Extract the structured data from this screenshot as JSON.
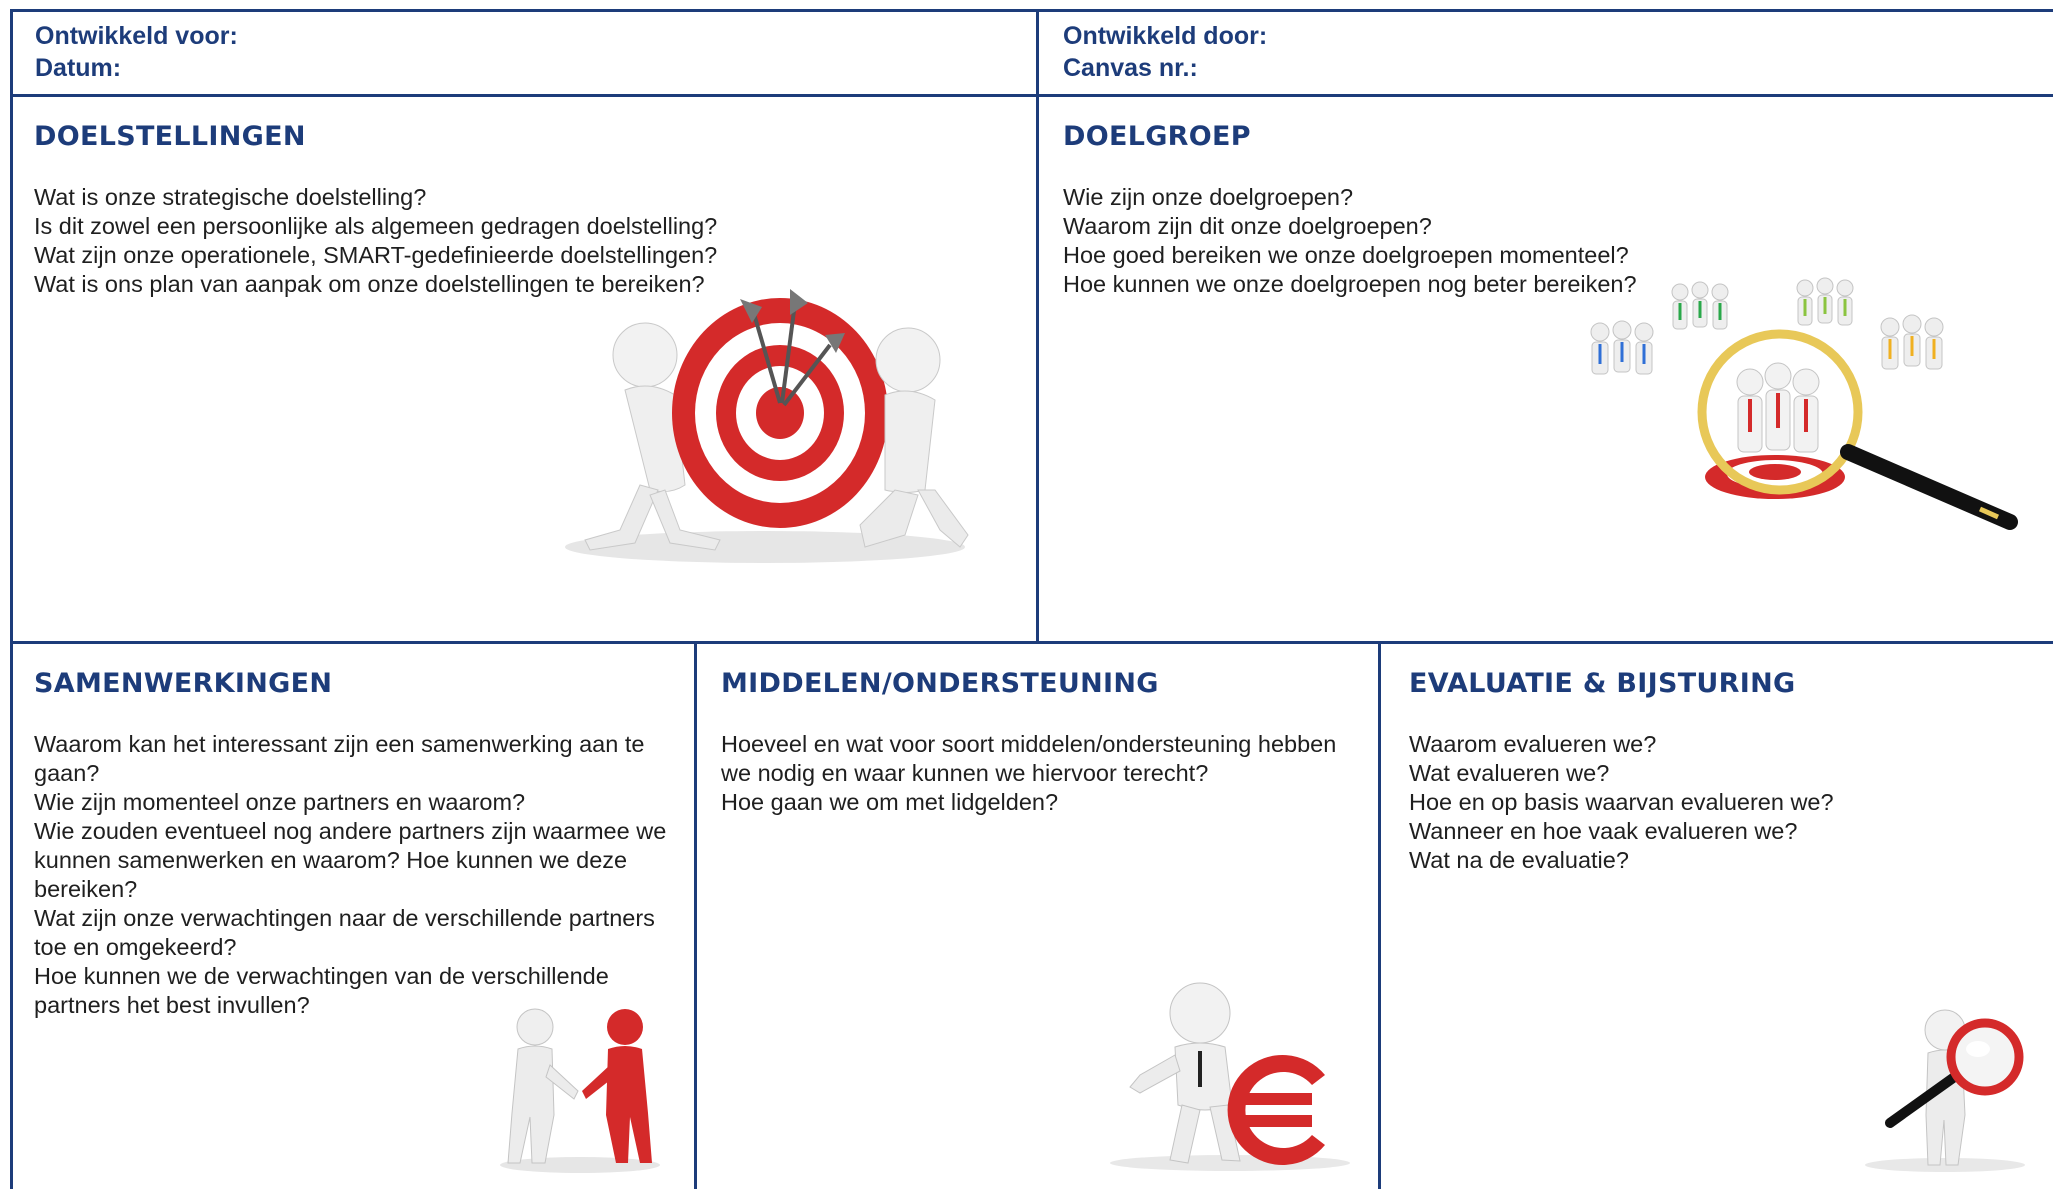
{
  "header": {
    "developed_for": "Ontwikkeld voor:",
    "date": "Datum:",
    "developed_by": "Ontwikkeld door:",
    "canvas_nr": "Canvas nr.:"
  },
  "sections": {
    "doelstellingen": {
      "title": "DOELSTELLINGEN",
      "lines": [
        "Wat is onze strategische doelstelling?",
        "Is dit zowel een persoonlijke als algemeen gedragen doelstelling?",
        "Wat zijn onze operationele, SMART-gedefinieerde doelstellingen?",
        "Wat is ons plan van aanpak om onze doelstellingen te bereiken?"
      ]
    },
    "doelgroep": {
      "title": "DOELGROEP",
      "lines": [
        "Wie zijn onze doelgroepen?",
        "Waarom zijn dit onze doelgroepen?",
        "Hoe goed bereiken we onze doelgroepen momenteel?",
        "Hoe kunnen we onze doelgroepen nog beter bereiken?"
      ]
    },
    "samenwerkingen": {
      "title": "SAMENWERKINGEN",
      "lines": [
        "Waarom kan het interessant zijn een samenwerking aan te gaan?",
        "Wie zijn momenteel onze partners en waarom?",
        "Wie zouden eventueel nog andere partners zijn waarmee we kunnen samenwerken en waarom? Hoe kunnen we deze bereiken?",
        "Wat zijn onze verwachtingen naar de verschillende partners toe en omgekeerd?",
        "Hoe kunnen we de verwachtingen van de verschillende partners het best invullen?"
      ]
    },
    "middelen": {
      "title": "MIDDELEN/ONDERSTEUNING",
      "lines": [
        "Hoeveel en wat voor soort middelen/ondersteuning hebben we nodig en waar kunnen we hiervoor terecht?",
        "Hoe gaan we om met lidgelden?"
      ]
    },
    "evaluatie": {
      "title": "EVALUATIE & BIJSTURING",
      "lines": [
        "Waarom evalueren we?",
        "Wat evalueren we?",
        "Hoe en op basis waarvan evalueren we?",
        "Wanneer en hoe vaak evalueren we?",
        "Wat na de evaluatie?"
      ]
    }
  },
  "illustrations": {
    "target": "target-icon",
    "audience": "magnifier-people-icon",
    "handshake": "handshake-icon",
    "euro": "euro-icon",
    "evaluation": "magnifier-icon"
  },
  "colors": {
    "border": "#1d3c7a",
    "heading": "#1d3c7a",
    "accent_red": "#d42a2a"
  }
}
